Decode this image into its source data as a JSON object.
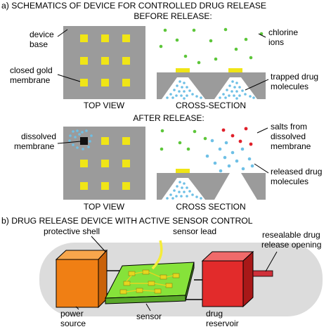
{
  "part_a": {
    "title": "a) SCHEMATICS OF DEVICE FOR CONTROLLED DRUG RELEASE",
    "before_heading": "BEFORE RELEASE:",
    "after_heading": "AFTER RELEASE:",
    "labels": {
      "device_base": [
        "device",
        "base"
      ],
      "closed_gold_membrane": [
        "closed gold",
        "membrane"
      ],
      "chlorine_ions": [
        "chlorine",
        "ions"
      ],
      "trapped_drug_molecules": [
        "trapped drug",
        "molecules"
      ],
      "dissolved_membrane": [
        "dissolved",
        "membrane"
      ],
      "salts_from_dissolved_membrane": [
        "salts from",
        "dissolved",
        "membrane"
      ],
      "released_drug_molecules": [
        "released drug",
        "molecules"
      ]
    },
    "captions": {
      "top_view_before": "TOP VIEW",
      "cross_section_before": "CROSS-SECTION",
      "top_view_after": "TOP VIEW",
      "cross_section_after": "CROSS SECTION"
    }
  },
  "part_b": {
    "title": "b) DRUG RELEASE DEVICE WITH ACTIVE SENSOR CONTROL",
    "labels": {
      "protective_shell": "protective shell",
      "sensor_lead": "sensor lead",
      "resealable_opening": [
        "resealable drug",
        "release opening"
      ],
      "power_source": [
        "power",
        "source"
      ],
      "sensor": "sensor",
      "drug_reservoir": [
        "drug",
        "reservoir"
      ]
    }
  },
  "colors": {
    "device_gray": "#9b9b9b",
    "gold": "#f0e516",
    "chlorine_green": "#5dc63a",
    "drug_blue": "#6ec0e6",
    "salt_red": "#e0202a",
    "power_orange": "#f07f14",
    "sensor_green": "#86e23a",
    "reservoir_red": "#e22b2b",
    "shell_gray": "#dcdcdc"
  }
}
